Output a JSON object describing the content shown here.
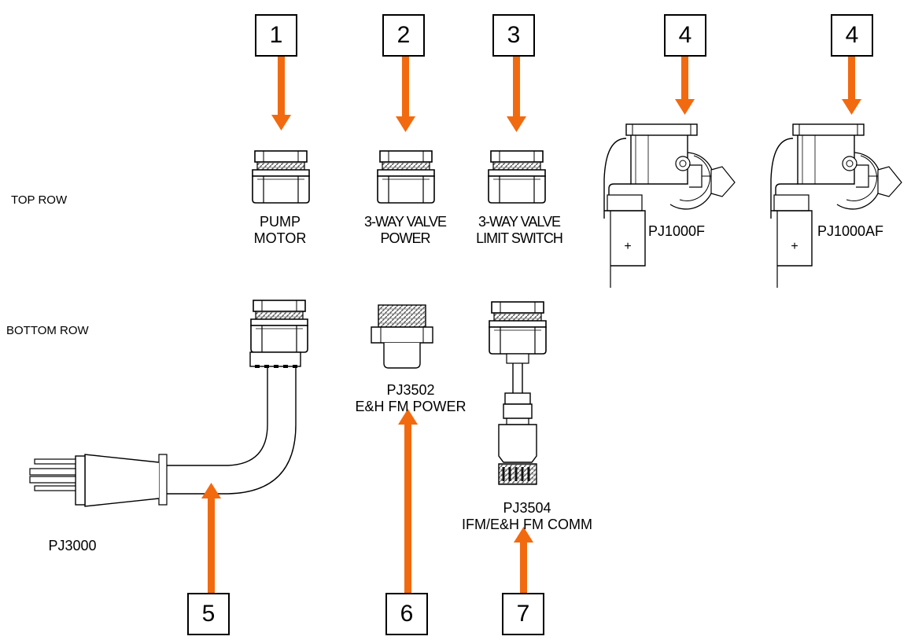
{
  "rows": {
    "top": "TOP ROW",
    "bottom": "BOTTOM ROW"
  },
  "callouts": [
    "1",
    "2",
    "3",
    "4",
    "4",
    "5",
    "6",
    "7"
  ],
  "labels": {
    "pump_motor": [
      "PUMP",
      "MOTOR"
    ],
    "valve_power": [
      "3-WAY VALVE",
      "POWER"
    ],
    "valve_limit": [
      "3-WAY VALVE",
      "LIMIT SWITCH"
    ],
    "pj1000f": "PJ1000F",
    "pj1000af": "PJ1000AF",
    "pj3502": [
      "PJ3502",
      "E&H FM POWER"
    ],
    "pj3504": [
      "PJ3504",
      "IFM/E&H FM COMM"
    ],
    "pj3000": "PJ3000"
  },
  "colors": {
    "arrow": "#f26a0f",
    "line": "#000000",
    "thread": "#9a9a9a"
  }
}
